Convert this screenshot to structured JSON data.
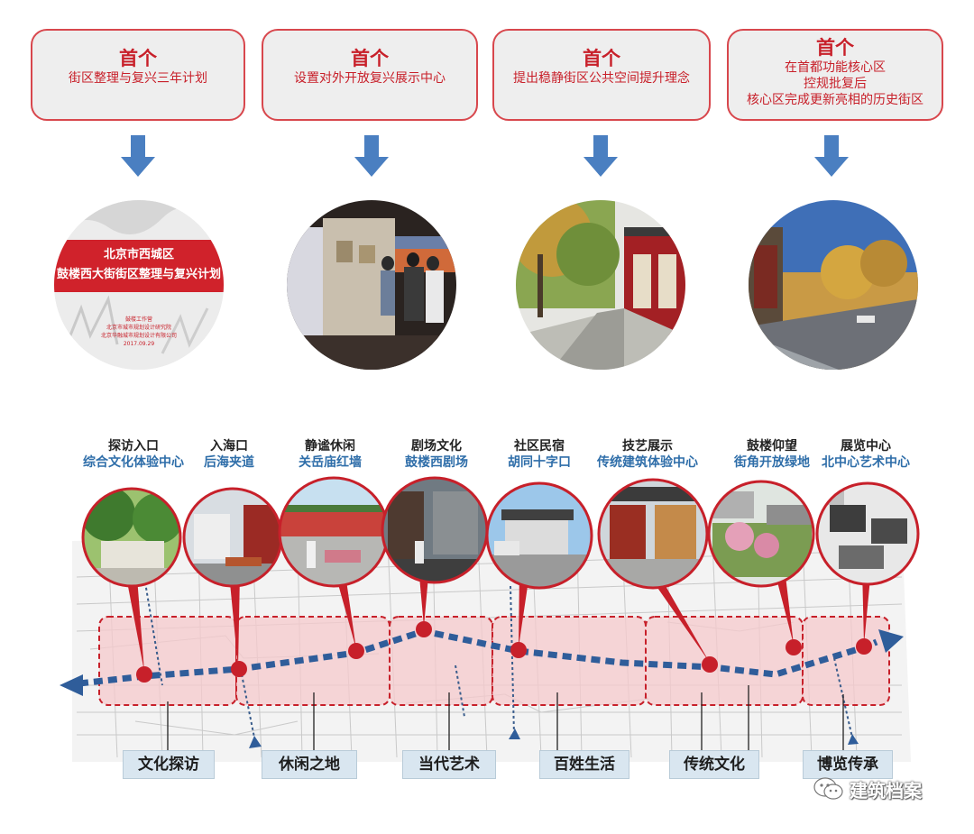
{
  "top_boxes": [
    {
      "title": "首个",
      "lines": [
        "街区整理与复兴三年计划"
      ]
    },
    {
      "title": "首个",
      "lines": [
        "设置对外开放复兴展示中心"
      ]
    },
    {
      "title": "首个",
      "lines": [
        "提出稳静街区公共空间提升理念"
      ]
    },
    {
      "title": "首个",
      "lines": [
        "在首都功能核心区",
        "控规批复后",
        "核心区完成更新亮相的历史街区"
      ]
    }
  ],
  "poster": {
    "line1": "北京市西城区",
    "line2": "鼓楼西大街街区整理与复兴计划",
    "foot": [
      "鼓楼工作营",
      "北京市城市规划设计研究院",
      "北京华融城市规划设计有限公司"
    ],
    "date": "2017.09.29"
  },
  "stops": [
    {
      "name": "探访入口",
      "place": "综合文化体验中心"
    },
    {
      "name": "入海口",
      "place": "后海夹道"
    },
    {
      "name": "静谧休闲",
      "place": "关岳庙红墙"
    },
    {
      "name": "剧场文化",
      "place": "鼓楼西剧场"
    },
    {
      "name": "社区民宿",
      "place": "胡同十字口"
    },
    {
      "name": "技艺展示",
      "place": "传统建筑体验中心"
    },
    {
      "name": "鼓楼仰望",
      "place": "街角开放绿地"
    },
    {
      "name": "展览中心",
      "place": "北中心艺术中心"
    }
  ],
  "zones": [
    "文化探访",
    "休闲之地",
    "当代艺术",
    "百姓生活",
    "传统文化",
    "博览传承"
  ],
  "watermark": {
    "text": "建筑档案",
    "icon": "wechat-icon"
  },
  "colors": {
    "accent_red": "#c8202a",
    "border_red": "#d8474d",
    "arrow_blue": "#4a7fc1",
    "route_blue": "#2f5d9a",
    "label_blue": "#2f6ea9",
    "zone_fill": "#f6c9cc"
  }
}
